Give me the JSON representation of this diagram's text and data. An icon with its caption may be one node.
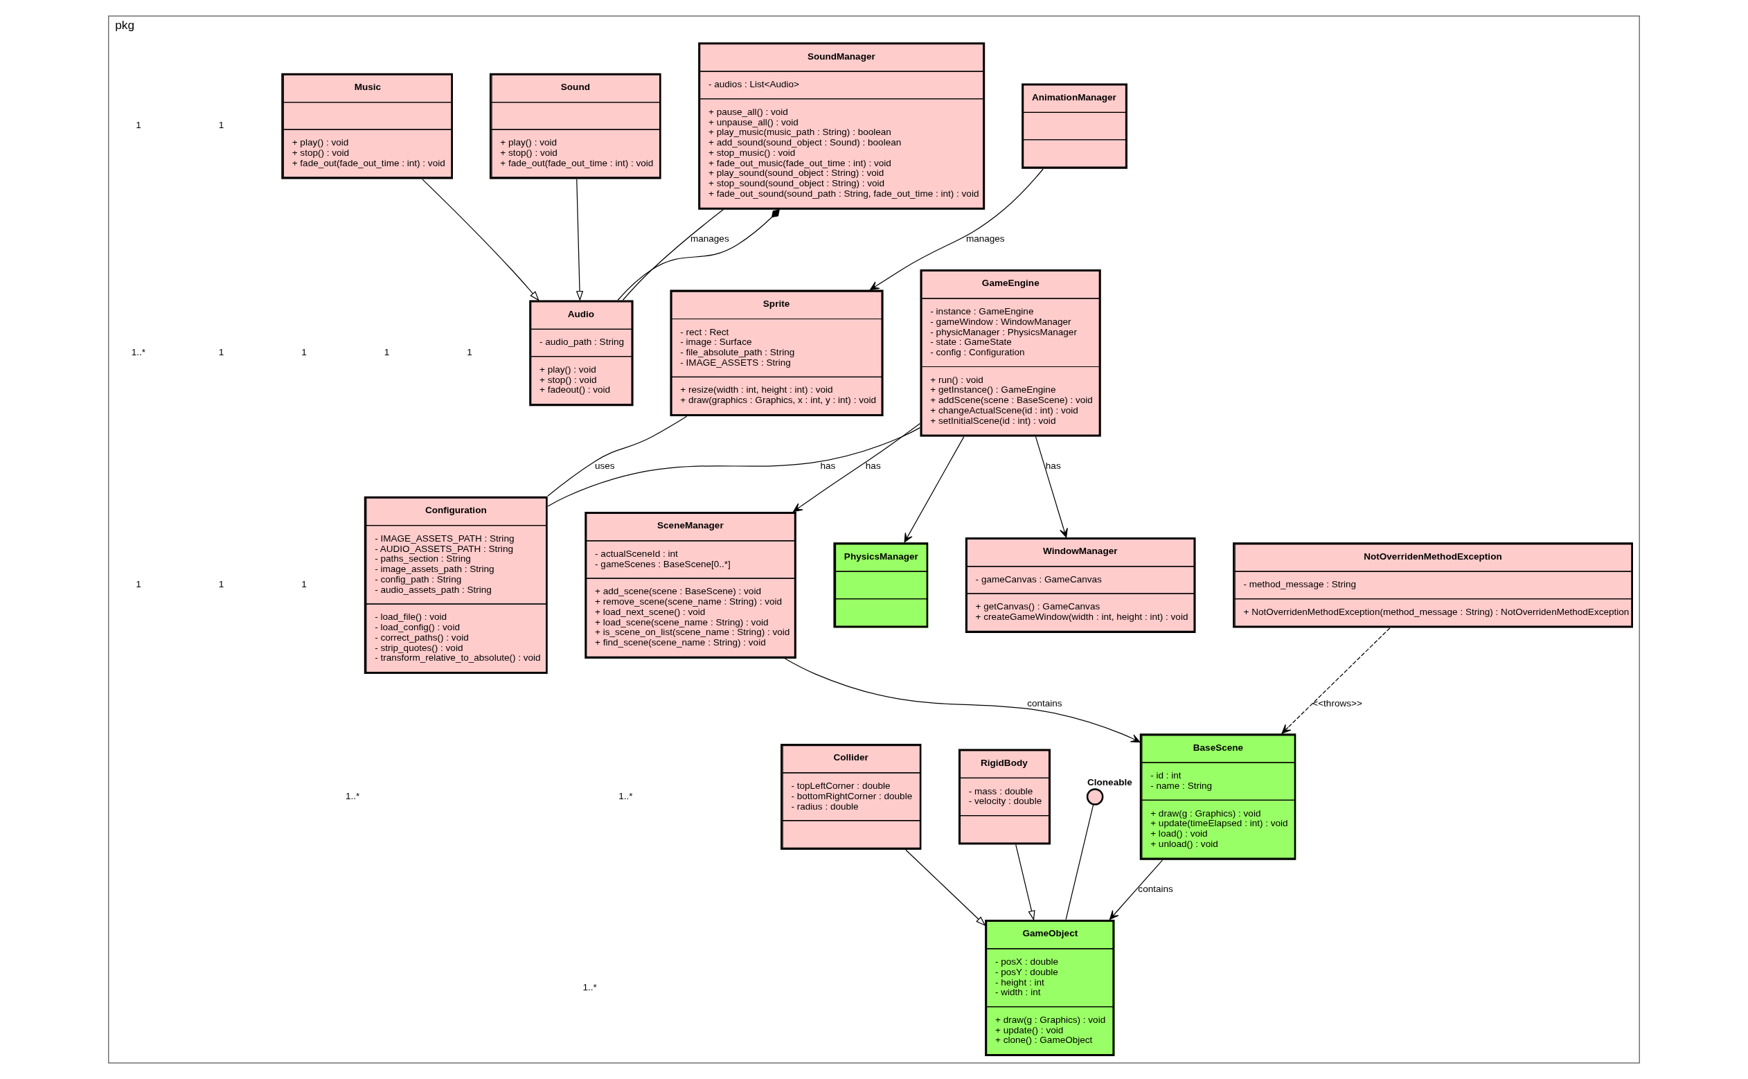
{
  "diagram": {
    "nodes": [
      {
        "text": [
          "pkg"
        ]
      },
      {
        "text": [
          "PhysicsManager"
        ],
        "in": 0
      },
      {
        "text": [
          "WindowManager",
          "- gameCanvas : GameCanvas",
          "+ getCanvas() : GameCanvas",
          "+ createGameWindow(width : int, height : int) : void"
        ],
        "in": 0
      },
      {
        "text": [
          "NotOverridenMethodException",
          "- method_message : String",
          "+ NotOverridenMethodException(method_message : String) : NotOverridenMethodException"
        ],
        "in": 0
      },
      {
        "text": [
          "SoundManager",
          "- audios : List<Audio>",
          "+ pause_all() : void",
          "+ unpause_all() : void",
          "+ play_music(music_path : String) : boolean",
          "+ add_sound(sound_object : Sound) : boolean",
          "+ stop_music() : void",
          "+ fade_out_music(fade_out_time : int) : void",
          "+ play_sound(sound_object : String) : void",
          "+ stop_sound(sound_object : String) : void",
          "+ fade_out_sound(sound_path : String, fade_out_time : int) : void"
        ],
        "in": 0
      },
      {
        "text": [
          "GameEngine",
          "- instance : GameEngine",
          "- gameWindow : WindowManager",
          "- physicManager : PhysicsManager",
          "- state : GameState",
          "- config : Configuration",
          "+ run() : void",
          "+ getInstance() : GameEngine",
          "+ addScene(scene : BaseScene) : void",
          "+ changeActualScene(id : int) : void",
          "+ setInitialScene(id : int) : void"
        ],
        "in": 0
      },
      {
        "text": [
          "SceneManager",
          "- actualSceneId : int",
          "- gameScenes : BaseScene[0..*]",
          "+ add_scene(scene : BaseScene) : void",
          "+ remove_scene(scene_name : String) : void",
          "+ load_next_scene() : void",
          "+ load_scene(scene_name : String) : void",
          "+ is_scene_on_list(scene_name : String) : void",
          "+ find_scene(scene_name : String) : void"
        ],
        "in": 0
      },
      {
        "text": [
          "BaseScene",
          "- id : int",
          "- name : String",
          "+ draw(g : Graphics) : void",
          "+ update(timeElapsed : int) : void",
          "+ load() : void",
          "+ unload() : void"
        ],
        "in": 0
      },
      {
        "text": [
          "AnimationManager"
        ],
        "in": 0
      },
      {
        "text": [
          "Sprite",
          "- rect : Rect",
          "- image : Surface",
          "- file_absolute_path : String",
          "- IMAGE_ASSETS : String",
          "+ resize(width : int, height : int) : void",
          "+ draw(graphics : Graphics, x : int, y : int) : void"
        ],
        "in": 0
      },
      {
        "text": [
          "Audio",
          "- audio_path : String",
          "+ play() : void",
          "+ stop() : void",
          "+ fadeout() : void"
        ],
        "in": 0
      },
      {
        "text": [
          "Configuration",
          "- IMAGE_ASSETS_PATH : String",
          "- AUDIO_ASSETS_PATH : String",
          "- paths_section : String",
          "- image_assets_path : String",
          "- config_path : String",
          "- audio_assets_path : String",
          "- load_file() : void",
          "- load_config() : void",
          "- correct_paths() : void",
          "- strip_quotes() : void",
          "- transform_relative_to_absolute() : void"
        ],
        "in": 0
      },
      {
        "text": [
          "Cloneable"
        ],
        "in": 0
      },
      {
        "text": [
          "GameObject",
          "- posX : double",
          "- posY : double",
          "- height : int",
          "- width : int",
          "+ draw(g : Graphics) : void",
          "+ update() : void",
          "+ clone() : GameObject"
        ],
        "in": 0
      },
      {
        "text": [
          "Music",
          "+ play() : void",
          "+ stop() : void",
          "+ fade_out(fade_out_time : int) : void"
        ],
        "in": 0
      },
      {
        "text": [
          "Sound",
          "+ play() : void",
          "+ stop() : void",
          "+ fade_out(fade_out_time : int) : void"
        ],
        "in": 0
      },
      {
        "text": [
          "RigidBody",
          "- mass : double",
          "- velocity : double"
        ],
        "in": 0
      },
      {
        "text": [
          "Collider",
          "- topLeftCorner : double",
          "- bottomRightCorner : double",
          "- radius : double"
        ],
        "in": 0
      }
    ],
    "edges": [
      {
        "from": 5,
        "to": 1,
        "arrow": "to"
      },
      {
        "from": 5,
        "to": 2,
        "arrow": "to",
        "label": "has"
      },
      {
        "from": 5,
        "to": 6,
        "arrow": "to",
        "label": "has"
      },
      {
        "from": 5,
        "to": 11,
        "arrow": "none",
        "label": "has"
      },
      {
        "from": 6,
        "to": 7,
        "arrow": "to",
        "label": "contains"
      },
      {
        "from": 3,
        "to": 7,
        "arrow": "to",
        "label": "<<throws>>",
        "style": "dashed"
      },
      {
        "from": 7,
        "to": 13,
        "arrow": "to",
        "label": "contains"
      },
      {
        "from": 8,
        "to": 9,
        "arrow": "to",
        "label": "manages"
      },
      {
        "from": 12,
        "to": 13,
        "arrow": "none"
      },
      {
        "from": 16,
        "to": 13,
        "arrow": "to"
      },
      {
        "from": 17,
        "to": 13,
        "arrow": "to"
      },
      {
        "from": 9,
        "to": 11,
        "arrow": "none",
        "label": "uses"
      },
      {
        "from": 4,
        "to": 10,
        "arrow": "none",
        "label": "manages"
      },
      {
        "from": 4,
        "to": 10,
        "arrow": "other"
      },
      {
        "from": 14,
        "to": 10,
        "arrow": "to"
      },
      {
        "from": 15,
        "to": 10,
        "arrow": "to"
      }
    ],
    "labels": [
      "1",
      "1",
      "1",
      "1",
      "1",
      "1",
      "1",
      "1..*",
      "1..*",
      "1",
      "1..*",
      "1..*",
      "1"
    ]
  }
}
